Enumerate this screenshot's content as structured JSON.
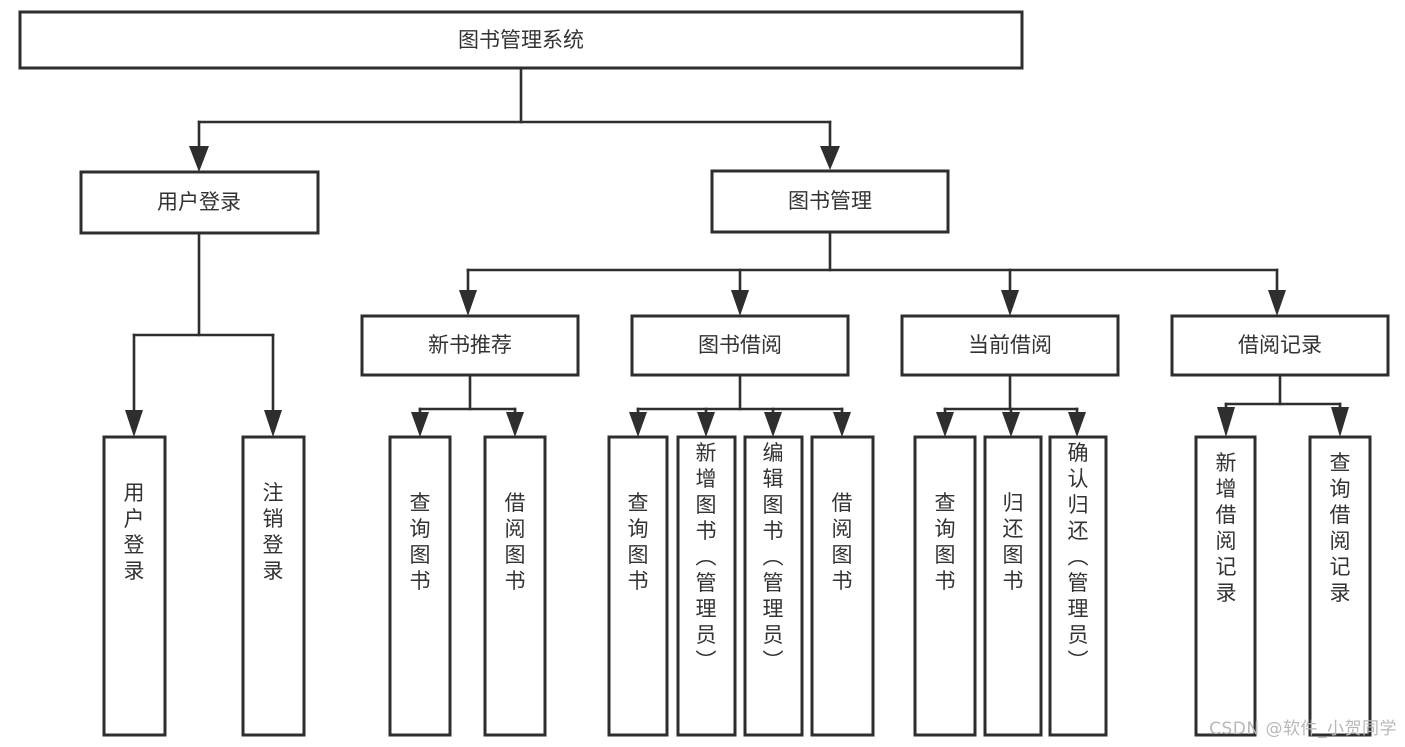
{
  "diagram": {
    "type": "tree-hierarchy",
    "title": "图书管理系统",
    "colors": {
      "box_stroke": "#2e2e2e",
      "box_fill": "#ffffff",
      "connector": "#2e2e2e",
      "text": "#333333",
      "background": "#ffffff",
      "watermark": "#b8b8b8"
    },
    "levels": {
      "root": {
        "label": "图书管理系统"
      },
      "level1": [
        {
          "id": "user-login",
          "label": "用户登录"
        },
        {
          "id": "book-management",
          "label": "图书管理"
        }
      ],
      "level2": [
        {
          "id": "new-book-recommend",
          "label": "新书推荐",
          "parent": "book-management"
        },
        {
          "id": "book-borrow",
          "label": "图书借阅",
          "parent": "book-management"
        },
        {
          "id": "current-borrow",
          "label": "当前借阅",
          "parent": "book-management"
        },
        {
          "id": "borrow-record",
          "label": "借阅记录",
          "parent": "book-management"
        }
      ],
      "leaves": [
        {
          "id": "leaf-user-login",
          "label": "用户登录",
          "parent": "user-login"
        },
        {
          "id": "leaf-logout-login",
          "label": "注销登录",
          "parent": "user-login"
        },
        {
          "id": "leaf-query-book-1",
          "label": "查询图书",
          "parent": "new-book-recommend"
        },
        {
          "id": "leaf-borrow-book-1",
          "label": "借阅图书",
          "parent": "new-book-recommend"
        },
        {
          "id": "leaf-query-book-2",
          "label": "查询图书",
          "parent": "book-borrow"
        },
        {
          "id": "leaf-add-book",
          "label": "新增图书（管理员）",
          "parent": "book-borrow"
        },
        {
          "id": "leaf-edit-book",
          "label": "编辑图书（管理员）",
          "parent": "book-borrow"
        },
        {
          "id": "leaf-borrow-book-2",
          "label": "借阅图书",
          "parent": "book-borrow"
        },
        {
          "id": "leaf-query-book-3",
          "label": "查询图书",
          "parent": "current-borrow"
        },
        {
          "id": "leaf-return-book",
          "label": "归还图书",
          "parent": "current-borrow"
        },
        {
          "id": "leaf-confirm-return",
          "label": "确认归还（管理员）",
          "parent": "current-borrow"
        },
        {
          "id": "leaf-add-record",
          "label": "新增借阅记录",
          "parent": "borrow-record"
        },
        {
          "id": "leaf-query-record",
          "label": "查询借阅记录",
          "parent": "borrow-record"
        }
      ]
    },
    "watermark": "CSDN @软件_小贺同学"
  }
}
